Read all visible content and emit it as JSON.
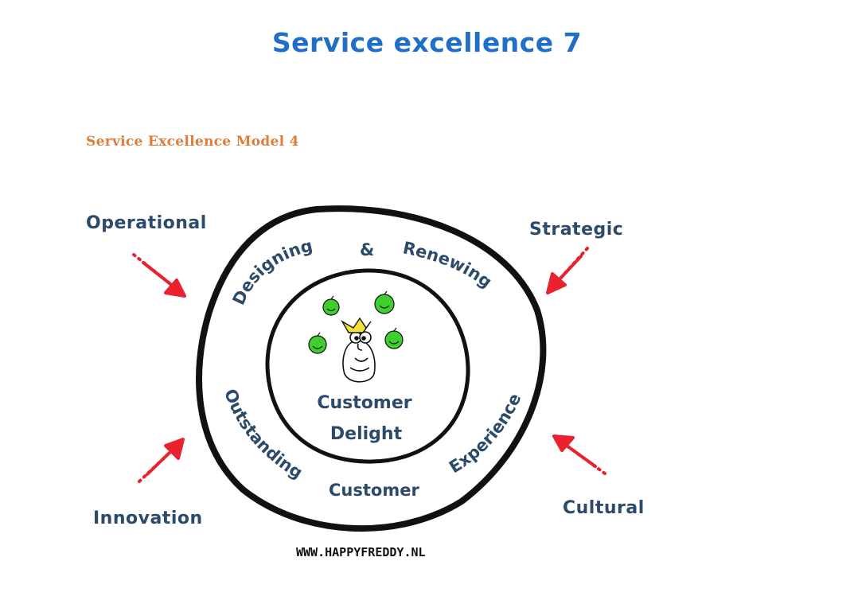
{
  "header": {
    "title": "Service excellence 7"
  },
  "section": {
    "heading": "Service Excellence Model 4"
  },
  "diagram": {
    "corners": {
      "top_left": "Operational",
      "top_right": "Strategic",
      "bottom_left": "Innovation",
      "bottom_right": "Cultural"
    },
    "outer_ring": {
      "designing": "Designing",
      "ampersand": "&",
      "renewing": "Renewing",
      "outstanding": "Outstanding",
      "customer": "Customer",
      "experience": "Experience"
    },
    "center": {
      "line1": "Customer",
      "line2": "Delight"
    },
    "footer": "WWW.HAPPYFREDDY.NL",
    "colors": {
      "arrow": "#e8222e",
      "text": "#2c4a6a",
      "ring": "#111111",
      "bubble": "#3ecf2f",
      "crown": "#f3e03a"
    }
  }
}
